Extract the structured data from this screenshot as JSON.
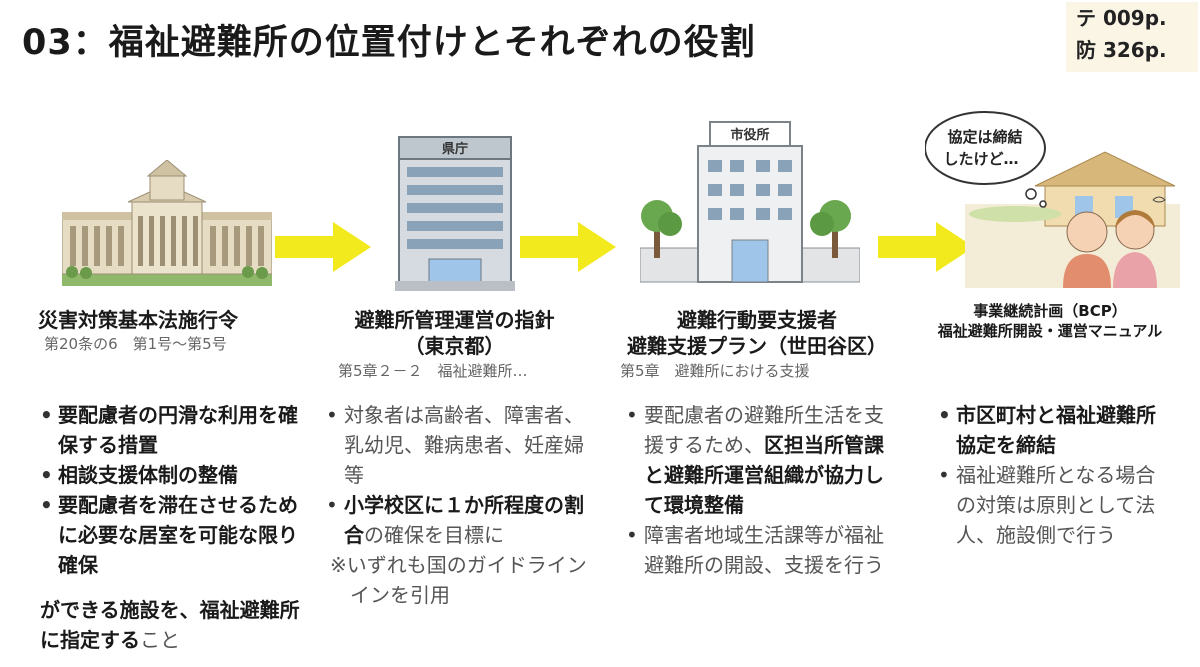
{
  "header": {
    "title": "03：福祉避難所の位置付けとそれぞれの役割",
    "ref_line1": "テ 009p.",
    "ref_line2": "防 326p."
  },
  "illustrations": {
    "prefecture_sign": "県庁",
    "city_hall_sign": "市役所",
    "speech_line1": "協定は締結",
    "speech_line2": "したけど…"
  },
  "col1": {
    "heading": "災害対策基本法施行令",
    "sub": "第20条の6　第1号～第5号",
    "bullets": [
      "要配慮者の円滑な利用を確保する措置",
      "相談支援体制の整備",
      "要配慮者を滞在させるために必要な居室を可能な限り確保"
    ],
    "note_bold": "ができる施設を、福祉避難所に指定する",
    "note_tail": "こと"
  },
  "col2": {
    "heading1": "避難所管理運営の指針",
    "heading2": "（東京都）",
    "sub": "第5章２－２　福祉避難所…",
    "bullet1": "対象者は高齢者、障害者、乳幼児、難病患者、妊産婦等",
    "bullet2_bold": "小学校区に１か所程度の割合",
    "bullet2_tail": "の確保を目標に",
    "note": "※いずれも国のガイドライン",
    "note2": "インを引用"
  },
  "col3": {
    "heading1": "避難行動要支援者",
    "heading2": "避難支援プラン（世田谷区）",
    "sub": "第5章　避難所における支援",
    "bullet1_pre": "要配慮者の避難所生活を支援するため、",
    "bullet1_bold": "区担当所管課と避難所運営組織が協力して環境整備",
    "bullet2": "障害者地域生活課等が福祉避難所の開設、支援を行う"
  },
  "col4": {
    "heading1": "事業継続計画（BCP）",
    "heading2": "福祉避難所開設・運営マニュアル",
    "bullet1": "市区町村と福祉避難所協定を締結",
    "bullet2": "福祉避難所となる場合の対策は原則として法人、施設側で行う"
  },
  "colors": {
    "arrow": "#f2ea1c",
    "ref_bg": "#fbf5e6"
  }
}
